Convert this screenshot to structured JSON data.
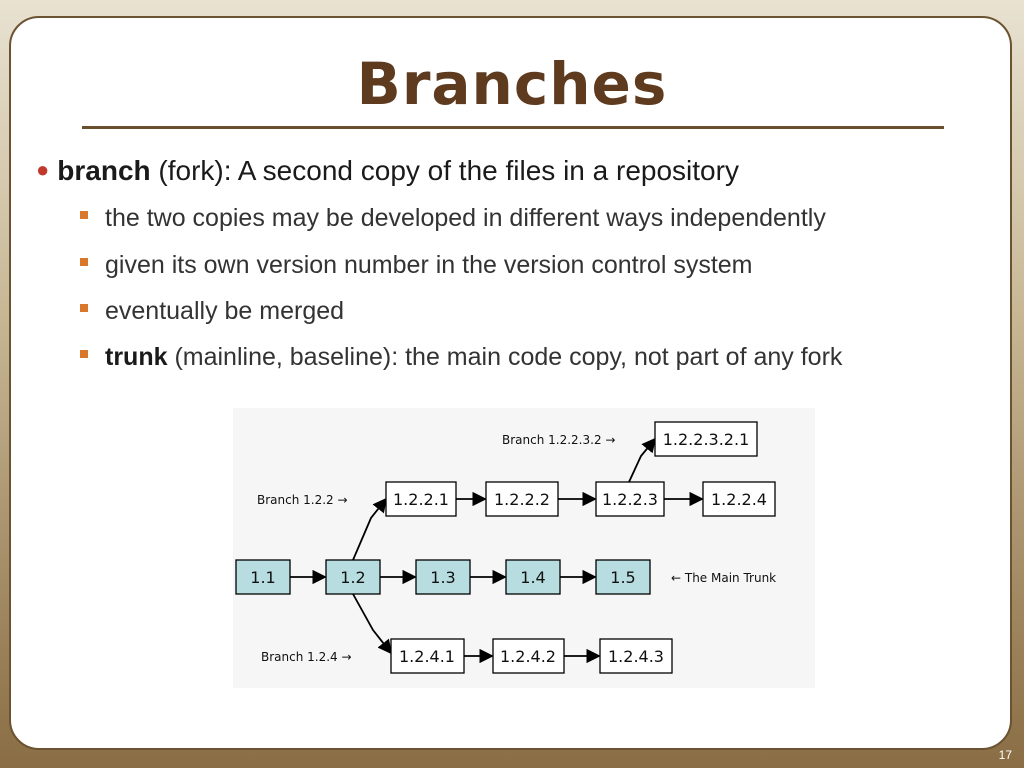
{
  "slide": {
    "title": "Branches",
    "page_number": "17",
    "bullet": {
      "term": "branch",
      "rest": " (fork): A second copy of the files in a repository"
    },
    "sub_bullets": [
      {
        "bold": "",
        "text": "the two copies may be developed in different ways independently"
      },
      {
        "bold": "",
        "text": "given its own version number in the version control system"
      },
      {
        "bold": "",
        "text": "eventually be merged"
      },
      {
        "bold": "trunk",
        "text": " (mainline, baseline): the main code copy, not part of any fork"
      }
    ]
  },
  "diagram": {
    "nodes": {
      "n11": "1.1",
      "n12": "1.2",
      "n13": "1.3",
      "n14": "1.4",
      "n15": "1.5",
      "b1": "1.2.2.1",
      "b2": "1.2.2.2",
      "b3": "1.2.2.3",
      "b4": "1.2.2.4",
      "c1": "1.2.4.1",
      "c2": "1.2.4.2",
      "c3": "1.2.4.3",
      "d1": "1.2.2.3.2.1"
    },
    "labels": {
      "branch_122": "Branch 1.2.2 →",
      "branch_12232": "Branch 1.2.2.3.2 →",
      "branch_124": "Branch 1.2.4 →",
      "main_trunk": "← The Main Trunk"
    },
    "trunk_fill": "#b8dde0"
  }
}
